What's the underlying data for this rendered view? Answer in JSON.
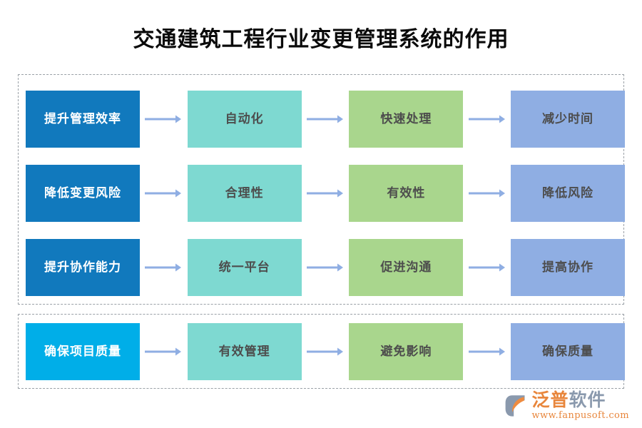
{
  "page": {
    "title": "交通建筑工程行业变更管理系统的作用",
    "background_color": "#ffffff"
  },
  "palette": {
    "blue": "#1179bd",
    "bright_blue": "#00aee8",
    "teal": "#7ed9d1",
    "green": "#a9d68d",
    "periwinkle": "#8faee3",
    "arrow": "#8faee3",
    "box_text_dark": "#4d4d4d",
    "box_text_light": "#ffffff",
    "dashed_border": "#9aa0a6",
    "title_text": "#0a0a0a"
  },
  "groups": [
    {
      "id": "group-primary",
      "rows": [
        {
          "id": "row-efficiency",
          "nodes": [
            {
              "label": "提升管理效率",
              "tone": "blue"
            },
            {
              "label": "自动化",
              "tone": "teal"
            },
            {
              "label": "快速处理",
              "tone": "green"
            },
            {
              "label": "减少时间",
              "tone": "periwinkle"
            }
          ]
        },
        {
          "id": "row-risk",
          "nodes": [
            {
              "label": "降低变更风险",
              "tone": "blue"
            },
            {
              "label": "合理性",
              "tone": "teal"
            },
            {
              "label": "有效性",
              "tone": "green"
            },
            {
              "label": "降低风险",
              "tone": "periwinkle"
            }
          ]
        },
        {
          "id": "row-collaboration",
          "nodes": [
            {
              "label": "提升协作能力",
              "tone": "blue"
            },
            {
              "label": "统一平台",
              "tone": "teal"
            },
            {
              "label": "促进沟通",
              "tone": "green"
            },
            {
              "label": "提高协作",
              "tone": "periwinkle"
            }
          ]
        }
      ]
    },
    {
      "id": "group-secondary",
      "rows": [
        {
          "id": "row-quality",
          "nodes": [
            {
              "label": "确保项目质量",
              "tone": "brightblue"
            },
            {
              "label": "有效管理",
              "tone": "teal"
            },
            {
              "label": "避免影响",
              "tone": "green"
            },
            {
              "label": "确保质量",
              "tone": "periwinkle"
            }
          ]
        }
      ]
    }
  ],
  "brand": {
    "mark": "fanpu-hexagon-swoosh-logo",
    "name_part_1": "泛普",
    "name_part_2": "软件",
    "url": "www.fanpusoft.com"
  }
}
